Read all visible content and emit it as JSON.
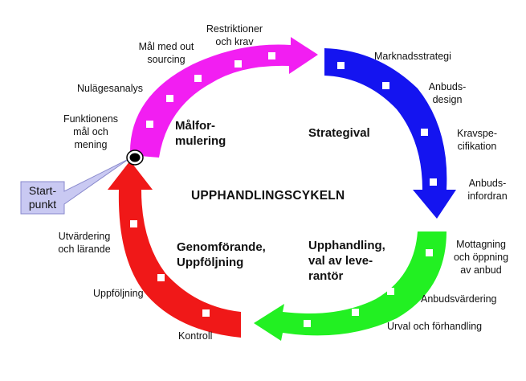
{
  "title": "UPPHANDLINGSCYKELN",
  "start": "Start-\npunkt",
  "phases": {
    "malformulering": "Målfor-\nmulering",
    "strategival": "Strategival",
    "upphandling": "Upphandling,\nval av leve-\nrantör",
    "genomforande": "Genomförande,\nUppföljning"
  },
  "steps": {
    "funktionens": "Funktionens\nmål och\nmening",
    "nulagesanalys": "Nulägesanalys",
    "mal_med_outsourcing": "Mål med out\nsourcing",
    "restriktioner": "Restriktioner\noch krav",
    "marknadsstrategi": "Marknadsstrategi",
    "anbudsdesign": "Anbuds-\ndesign",
    "kravspecifikation": "Kravspe-\ncifikation",
    "anbudsinfordran": "Anbuds-\ninfordran",
    "mottagning": "Mottagning\noch öppning\nav anbud",
    "anbudsvardering": "Anbudsvärdering",
    "urval": "Urval och förhandling",
    "kontroll": "Kontroll",
    "uppfoljning": "Uppföljning",
    "utvardering": "Utvärdering\noch lärande"
  },
  "colors": {
    "magenta": "#f21ef2",
    "blue": "#1414f0",
    "green": "#22f022",
    "red": "#f01818",
    "callout": "#c9c9f2",
    "marker": "#ffffff"
  }
}
